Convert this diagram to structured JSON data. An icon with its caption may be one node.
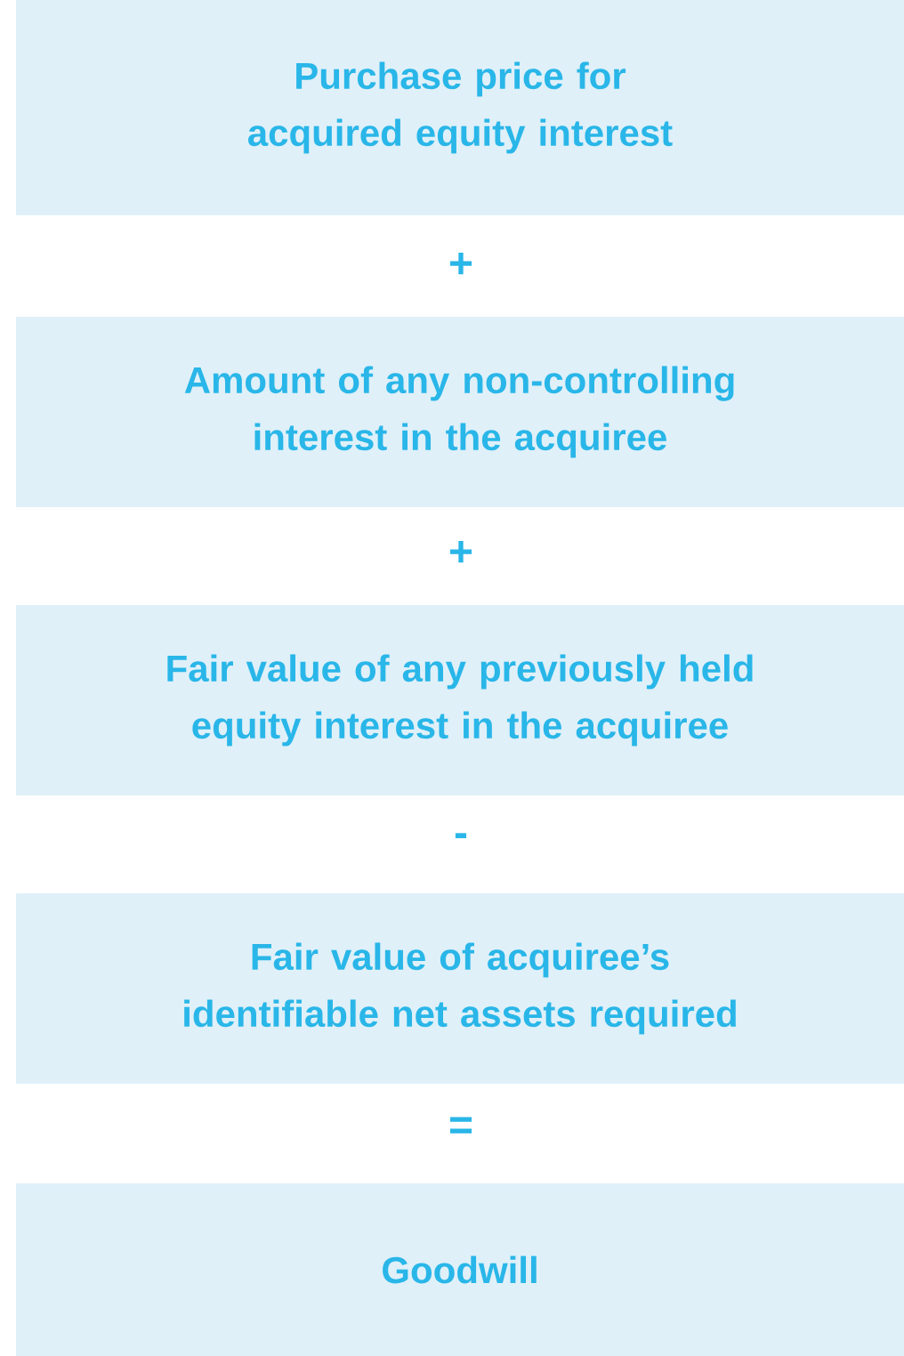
{
  "diagram": {
    "nodes": [
      {
        "text": [
          "Purchase price for acquired equity interest"
        ]
      },
      {
        "text": [
          "Amount of any non-controlling interest in the acquiree"
        ]
      },
      {
        "text": [
          "Fair value of any previously held equity interest in the acquiree"
        ]
      },
      {
        "text": [
          "Fair value of acquiree’s identifiable net assets required"
        ]
      },
      {
        "text": [
          "Goodwill"
        ]
      }
    ],
    "labels": [
      "+",
      "+",
      "-",
      "="
    ]
  }
}
